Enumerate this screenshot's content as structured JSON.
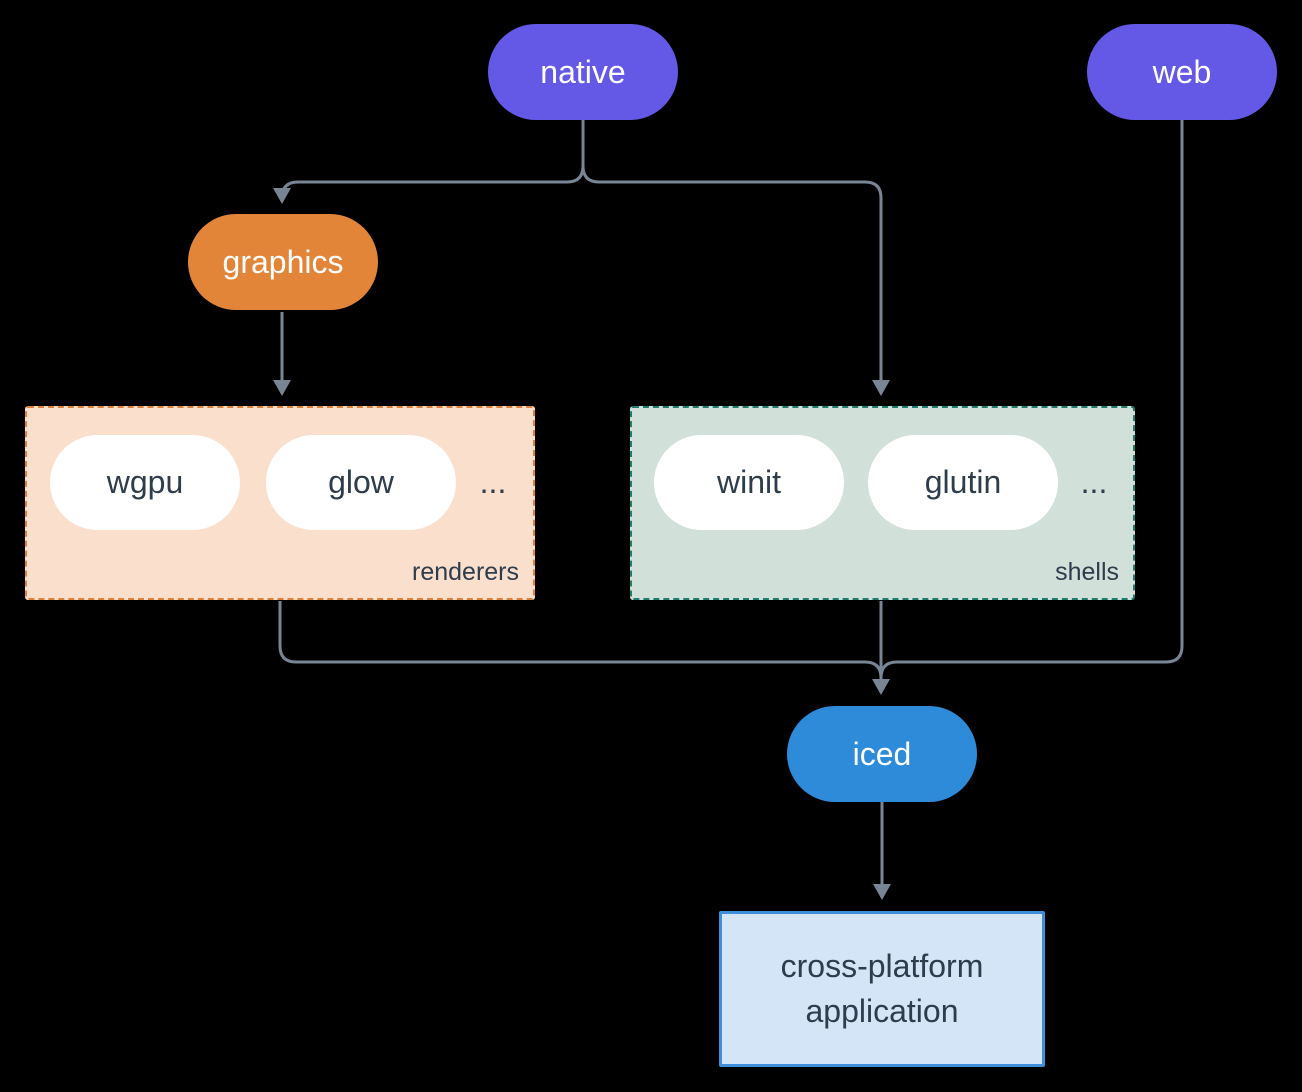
{
  "diagram": {
    "nodes": {
      "native": {
        "label": "native"
      },
      "web": {
        "label": "web"
      },
      "graphics": {
        "label": "graphics"
      },
      "iced": {
        "label": "iced"
      },
      "wgpu": {
        "label": "wgpu"
      },
      "glow": {
        "label": "glow"
      },
      "winit": {
        "label": "winit"
      },
      "glutin": {
        "label": "glutin"
      },
      "application": {
        "line1": "cross-platform",
        "line2": "application"
      }
    },
    "groups": {
      "renderers": {
        "label": "renderers",
        "ellipsis": "..."
      },
      "shells": {
        "label": "shells",
        "ellipsis": "..."
      }
    },
    "colors": {
      "purple": "#6359e6",
      "orange": "#e28539",
      "blue": "#2d8bda",
      "renderers-fill": "#f9dfcc",
      "renderers-border": "#e0813a",
      "shells-fill": "#d2e0da",
      "shells-border": "#1e7d6d",
      "app-fill": "#d3e5f6",
      "app-border": "#3e8ed9",
      "pill-fill": "#ffffff",
      "dark-text": "#2e3c4c",
      "light-text": "#ffffff",
      "connector": "#788594",
      "background": "#000000"
    }
  }
}
